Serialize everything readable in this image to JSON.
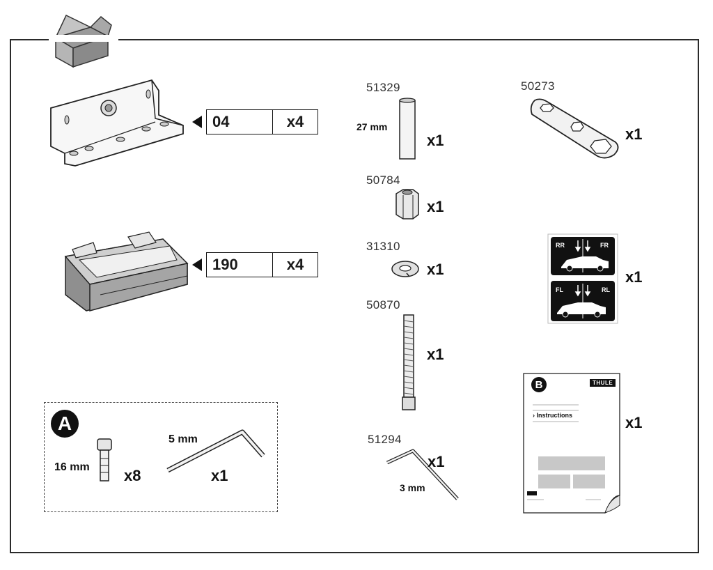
{
  "kit": {
    "bracket": {
      "code": "04",
      "qty": "x4"
    },
    "pad": {
      "code": "190",
      "qty": "x4"
    },
    "bag_a": {
      "badge": "A",
      "bolt_length": "16 mm",
      "bolt_qty": "x8",
      "key_size": "5 mm",
      "key_qty": "x1"
    },
    "parts": [
      {
        "code": "51329",
        "qty": "x1",
        "dim": "27 mm"
      },
      {
        "code": "50784",
        "qty": "x1"
      },
      {
        "code": "31310",
        "qty": "x1"
      },
      {
        "code": "50870",
        "qty": "x1"
      },
      {
        "code": "51294",
        "qty": "x1",
        "dim": "3 mm"
      },
      {
        "code": "50273",
        "qty": "x1"
      }
    ],
    "stickers": {
      "qty": "x1",
      "labels": [
        "RR",
        "FR",
        "FL",
        "RL"
      ]
    },
    "booklet": {
      "badge": "B",
      "brand": "THULE",
      "title": "Instructions",
      "qty": "x1"
    }
  }
}
